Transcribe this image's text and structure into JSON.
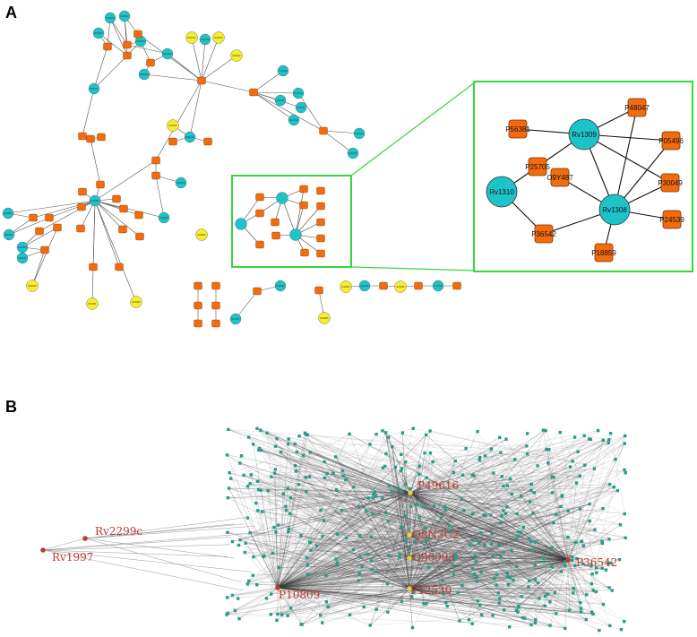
{
  "panels": {
    "a": "A",
    "b": "B"
  },
  "colors": {
    "human": "#f26b0f",
    "mtb": "#1cc4c9",
    "drug": "#f7ee2a",
    "zoom_box": "#37d63a",
    "b_label": "#c0392b",
    "b_node": "#2a9a8c",
    "b_hub_dot": "#e6d13b"
  },
  "panel_a": {
    "small_labels": [
      "Rv0001",
      "Rv0002",
      "Rv0003",
      "Rv0004",
      "Rv0005",
      "Rv0006",
      "Rv0007",
      "Rv0008",
      "Rv0009",
      "Rv0010",
      "Rv0011",
      "Rv0012",
      "Rv0013",
      "Rv0014",
      "Rv0015",
      "Rv0016"
    ],
    "zoom_nodes": [
      {
        "label": "Rv1309",
        "kind": "mtb"
      },
      {
        "label": "Rv1310",
        "kind": "mtb"
      },
      {
        "label": "Rv1308",
        "kind": "mtb"
      },
      {
        "label": "P56381",
        "kind": "human"
      },
      {
        "label": "P48047",
        "kind": "human"
      },
      {
        "label": "P25705",
        "kind": "human"
      },
      {
        "label": "P05496",
        "kind": "human"
      },
      {
        "label": "O9Y487",
        "kind": "human"
      },
      {
        "label": "P30049",
        "kind": "human"
      },
      {
        "label": "P36542",
        "kind": "human"
      },
      {
        "label": "P24539",
        "kind": "human"
      },
      {
        "label": "P18859",
        "kind": "human"
      }
    ]
  },
  "panel_b": {
    "labels": [
      {
        "text": "Rv2299c",
        "kind": "outlier"
      },
      {
        "text": "Rv1997",
        "kind": "outlier"
      },
      {
        "text": "P49616",
        "kind": "hub"
      },
      {
        "text": "Q8N3C2",
        "kind": "hub"
      },
      {
        "text": "Q96993",
        "kind": "hub"
      },
      {
        "text": "P36542",
        "kind": "hub"
      },
      {
        "text": "P10809",
        "kind": "hub"
      },
      {
        "text": "P12530",
        "kind": "hub"
      }
    ]
  }
}
